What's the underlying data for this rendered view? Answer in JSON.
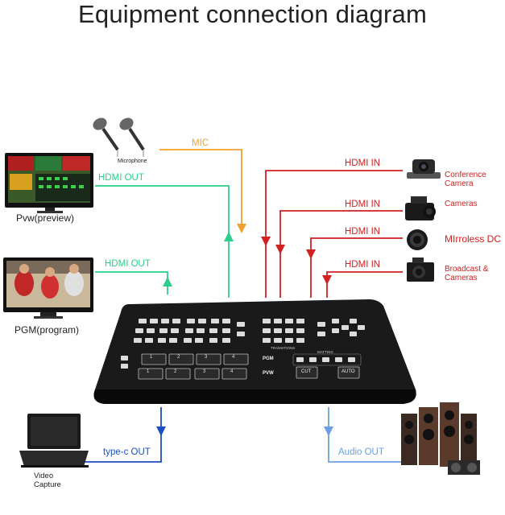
{
  "title": "Equipment connection diagram",
  "connections": {
    "mic": "MIC",
    "hdmi_out_1": "HDMI OUT",
    "hdmi_out_2": "HDMI OUT",
    "hdmi_in_1": "HDMI IN",
    "hdmi_in_2": "HDMI IN",
    "hdmi_in_3": "HDMI IN",
    "hdmi_in_4": "HDMI IN",
    "typec_out": "type-c OUT",
    "audio_out": "Audio OUT"
  },
  "devices": {
    "microphone": "Microphone",
    "pvw": "Pvw(preview)",
    "pgm": "PGM(program)",
    "conference_camera": "Conference\nCamera",
    "cameras": "Cameras",
    "mirrorless": "MIrroless DC",
    "broadcast": "Broadcast &\nCameras",
    "video_capture": "Video\nCapture"
  },
  "switcher": {
    "pgm": "PGM",
    "pvw": "PVW",
    "cut": "CUT",
    "auto": "AUTO",
    "matting": "MATTING",
    "transitions": "TRANSITIONS",
    "row_numbers": [
      "1",
      "2",
      "3",
      "4"
    ]
  },
  "colors": {
    "mic_line": "#f0a030",
    "hdmi_out_line": "#2ad08a",
    "hdmi_in_line": "#d42020",
    "typec_line": "#1a4fc0",
    "audio_line": "#6aa0e0"
  }
}
